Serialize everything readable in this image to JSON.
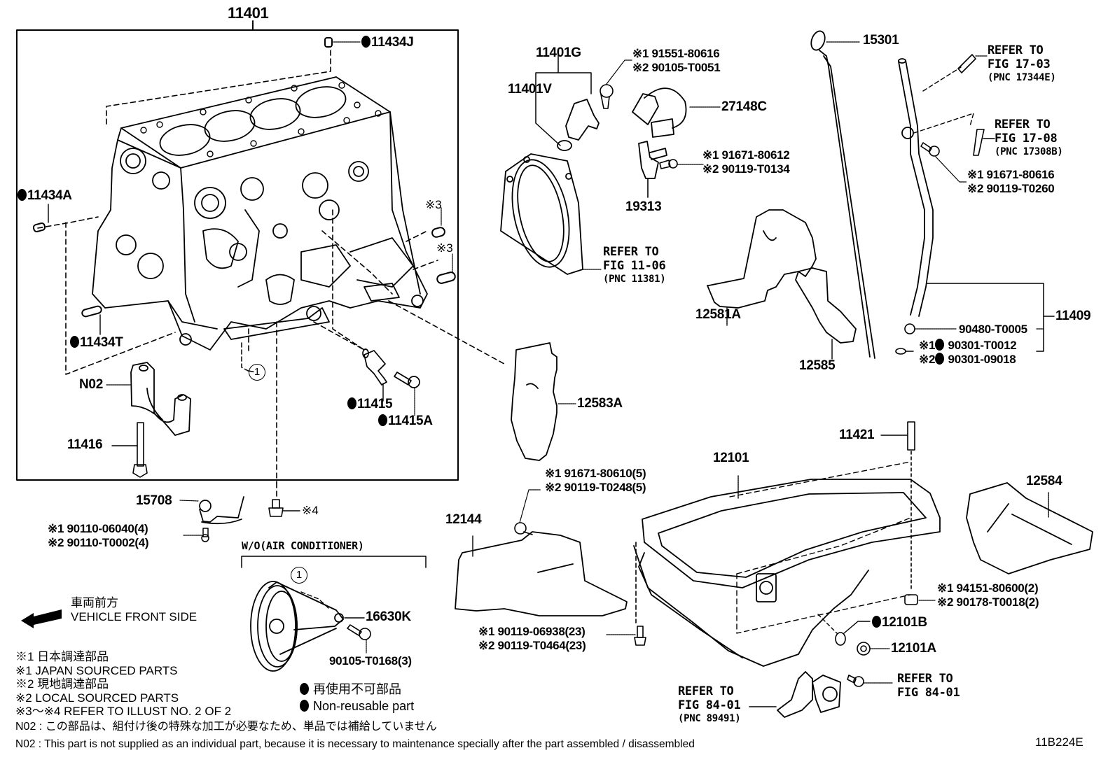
{
  "diagram": {
    "figure_code": "11B224E",
    "assembly_label": "11401",
    "parts": {
      "block_plug_top": "11434J",
      "block_pin_left": "11434A",
      "block_pin_lower": "11434T",
      "note3_a": "※3",
      "note3_b": "※3",
      "bearing_cap": "N02",
      "cap_bolt": "11416",
      "oil_jet": "11415",
      "oil_jet_bolt": "11415A",
      "sensor_group": "11401G",
      "sensor_oring": "11401V",
      "sensor_bolt": {
        "jp": "※1 91551-80616",
        "local": "※2 90105-T0051"
      },
      "wire_harness": "27148C",
      "bracket": "19313",
      "bracket_bolt": {
        "jp": "※1 91671-80612",
        "local": "※2 90119-T0134"
      },
      "rear_seal_ref": {
        "line1": "REFER TO",
        "line2": "FIG 11-06",
        "line3": "(PNC 11381)"
      },
      "dipstick": "15301",
      "guide_ref_1": {
        "line1": "REFER TO",
        "line2": "FIG 17-03",
        "line3": "(PNC 17344E)"
      },
      "guide_ref_2": {
        "line1": "REFER TO",
        "line2": "FIG 17-08",
        "line3": "(PNC 17308B)"
      },
      "guide_bolt": {
        "jp": "※1 91671-80616",
        "local": "※2 90119-T0260"
      },
      "guide_assy": "11409",
      "guide_plug": "90480-T0005",
      "guide_oring": {
        "jp": "※1",
        "jp_no": "90301-T0012",
        "local": "※2",
        "local_no": "90301-09018"
      },
      "insulator_a": "12581A",
      "insulator_b": "12585",
      "insulator_c": "12583A",
      "union": "15708",
      "union_bolt": {
        "jp": "※1 90110-06040(4)",
        "local": "※2 90110-T0002(4)"
      },
      "note4": "※4",
      "stud": "11421",
      "oil_pan": "12101",
      "pan_bolts": {
        "jp": "※1 91671-80610(5)",
        "local": "※2 90119-T0248(5)"
      },
      "baffle": "12144",
      "insulator_d": "12584",
      "pan_nut": {
        "jp": "※1 94151-80600(2)",
        "local": "※2 90178-T0018(2)"
      },
      "pan_bolt_main": {
        "jp": "※1 90119-06938(23)",
        "local": "※2 90119-T0464(23)"
      },
      "gasket": "12101B",
      "drain_plug": "12101A",
      "level_ref_left": {
        "line1": "REFER TO",
        "line2": "FIG 84-01",
        "line3": "(PNC 89491)"
      },
      "level_ref_right": {
        "line1": "REFER TO",
        "line2": "FIG 84-01"
      },
      "wo_ac_title": "W/O(AIR CONDITIONER)",
      "pump_bracket": "16630K",
      "pump_bolt": "90105-T0168(3)",
      "callout_1": "1"
    }
  },
  "legend": {
    "direction_jp": "車両前方",
    "direction_en": "VEHICLE FRONT SIDE",
    "notes": [
      "※1  日本調達部品",
      "※1  JAPAN SOURCED PARTS",
      "※2  現地調達部品",
      "※2  LOCAL SOURCED PARTS",
      "※3～※4  REFER TO ILLUST NO. 2 OF 2"
    ],
    "nonreusable_jp": "再使用不可部品",
    "nonreusable_en": "Non-reusable part",
    "n02_jp": "N02 : この部品は、組付け後の特殊な加工が必要なため、単品では補給していません",
    "n02_en": "N02 : This part is not supplied as an individual part, because it is necessary to maintenance specially after the part assembled / disassembled"
  }
}
